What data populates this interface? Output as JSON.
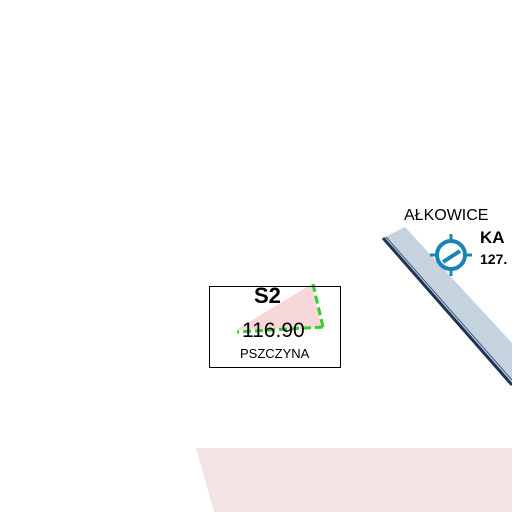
{
  "colors": {
    "background": "#ffffff",
    "restricted_area": "#f3e3e3",
    "airway_fill": "#c5d3df",
    "airway_edge": "#1f3355",
    "navaid": "#1a85b5",
    "sector_fill": "#f6d3d3",
    "sector_edge": "#2fd02f",
    "text": "#000000"
  },
  "airport": {
    "frequency": "116.90",
    "name": "PSZCZYNA",
    "code_partial": "S2"
  },
  "town": {
    "name": "AŁKOWICE"
  },
  "vor": {
    "ident_partial": "KA",
    "frequency_partial": "127."
  }
}
